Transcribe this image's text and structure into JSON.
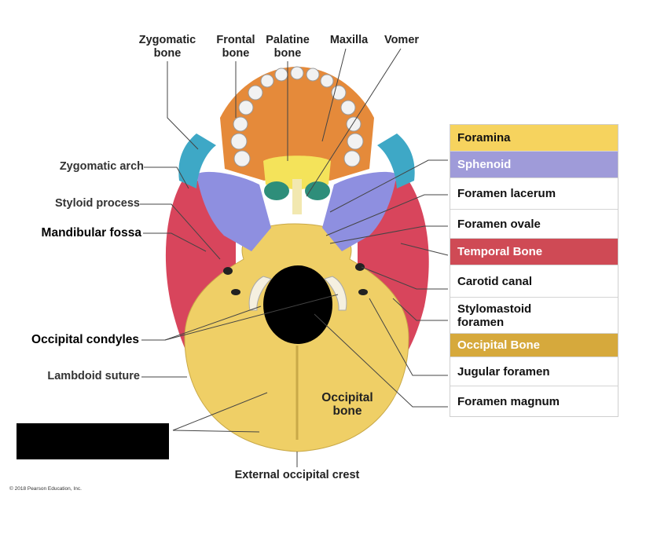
{
  "labels_top": [
    {
      "id": "zygomatic-bone",
      "line1": "Zygomatic",
      "line2": "bone"
    },
    {
      "id": "frontal-bone",
      "line1": "Frontal",
      "line2": "bone"
    },
    {
      "id": "palatine-bone",
      "line1": "Palatine",
      "line2": "bone"
    },
    {
      "id": "maxilla",
      "line1": "Maxilla",
      "line2": ""
    },
    {
      "id": "vomer",
      "line1": "Vomer",
      "line2": ""
    }
  ],
  "labels_left": [
    {
      "id": "zygomatic-arch",
      "text": "Zygomatic arch"
    },
    {
      "id": "styloid-process",
      "text": "Styloid process"
    },
    {
      "id": "mandibular-fossa",
      "text": "Mandibular fossa"
    },
    {
      "id": "occipital-condyles",
      "text": "Occipital condyles"
    },
    {
      "id": "lambdoid-suture",
      "text": "Lambdoid suture"
    }
  ],
  "label_bottom": "External occipital crest",
  "label_occipital_bone": {
    "line1": "Occipital",
    "line2": "bone"
  },
  "legend": [
    {
      "id": "foramina",
      "text": "Foramina",
      "bg": "#F6D35E",
      "color": "#111111"
    },
    {
      "id": "sphenoid",
      "text": "Sphenoid",
      "bg": "#9F9BD9",
      "color": "#ffffff"
    },
    {
      "id": "foramen-lacerum",
      "text": "Foramen lacerum",
      "bg": "#ffffff",
      "color": "#111111"
    },
    {
      "id": "foramen-ovale",
      "text": "Foramen ovale",
      "bg": "#ffffff",
      "color": "#111111"
    },
    {
      "id": "temporal-bone",
      "text": "Temporal Bone",
      "bg": "#CF4A55",
      "color": "#ffffff"
    },
    {
      "id": "carotid-canal",
      "text": "Carotid canal",
      "bg": "#ffffff",
      "color": "#111111"
    },
    {
      "id": "stylomastoid-foramen",
      "text": "Stylomastoid\nforamen",
      "bg": "#ffffff",
      "color": "#111111"
    },
    {
      "id": "occipital-bone",
      "text": "Occipital Bone",
      "bg": "#D6A93C",
      "color": "#ffffff"
    },
    {
      "id": "jugular-foramen",
      "text": "Jugular foramen",
      "bg": "#ffffff",
      "color": "#111111"
    },
    {
      "id": "foramen-magnum",
      "text": "Foramen magnum",
      "bg": "#ffffff",
      "color": "#111111"
    }
  ],
  "copyright": "© 2018 Pearson Education, Inc.",
  "colors": {
    "occipital": "#EFCF66",
    "temporal": "#D8455C",
    "sphenoid": "#8E8FE0",
    "maxilla": "#E58A3A",
    "palatine": "#F4E35A",
    "zygomatic": "#3EA8C6",
    "vomer": "#F2E8B0",
    "teeth": "#F2F2F2"
  }
}
